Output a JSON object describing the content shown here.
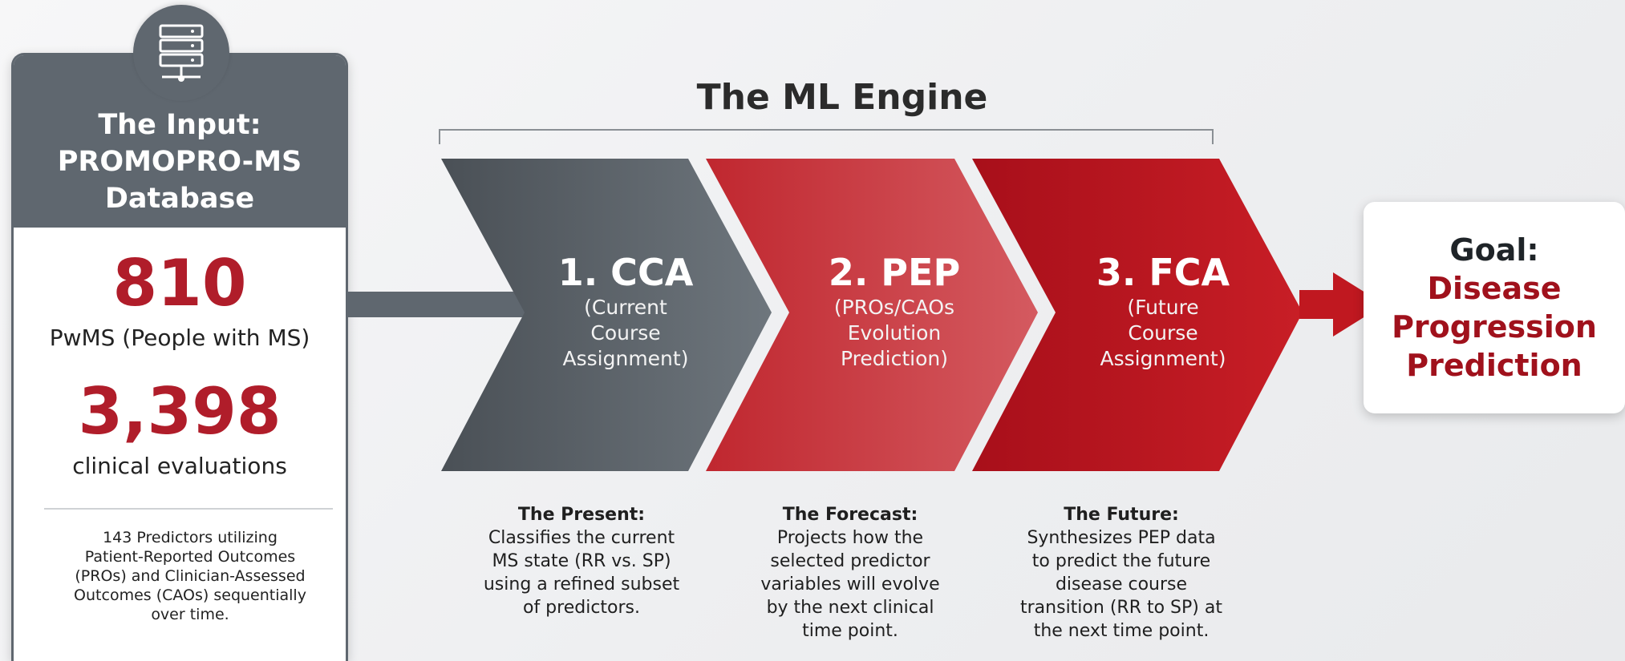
{
  "input": {
    "title_line1": "The Input:",
    "title_line2": "PROMOPRO-MS",
    "title_line3": "Database",
    "icon": "database-server-icon",
    "stats": [
      {
        "value": "810",
        "label": "PwMS (People with MS)"
      },
      {
        "value": "3,398",
        "label": "clinical evaluations"
      }
    ],
    "description_lines": [
      "143 Predictors utilizing",
      "Patient-Reported Outcomes",
      "(PROs) and Clinician-Assessed",
      "Outcomes (CAOs) sequentially",
      "over time."
    ]
  },
  "engine": {
    "title": "The ML Engine",
    "steps": [
      {
        "number": "1. CCA",
        "sub_lines": [
          "(Current",
          "Course",
          "Assignment)"
        ],
        "desc_title": "The Present:",
        "desc_lines": [
          "Classifies the current",
          "MS state (RR vs. SP)",
          "using a refined subset",
          "of predictors."
        ]
      },
      {
        "number": "2. PEP",
        "sub_lines": [
          "(PROs/CAOs",
          "Evolution",
          "Prediction)"
        ],
        "desc_title": "The Forecast:",
        "desc_lines": [
          "Projects how the",
          "selected predictor",
          "variables will evolve",
          "by the next clinical",
          "time point."
        ]
      },
      {
        "number": "3. FCA",
        "sub_lines": [
          "(Future",
          "Course",
          "Assignment)"
        ],
        "desc_title": "The Future:",
        "desc_lines": [
          "Synthesizes PEP data",
          "to predict the future",
          "disease course",
          "transition (RR to SP) at",
          "the next time point."
        ]
      }
    ]
  },
  "goal": {
    "label": "Goal:",
    "line1": "Disease",
    "line2": "Progression",
    "line3": "Prediction"
  },
  "colors": {
    "slate": "#5f676f",
    "accent_red": "#b01d2a",
    "step1": "#5a6168",
    "step2": "#c8343d",
    "step3": "#b3141f"
  }
}
